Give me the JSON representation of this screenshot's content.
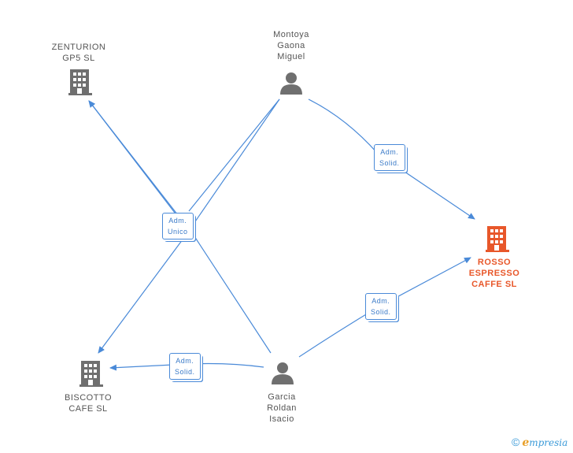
{
  "nodes": {
    "zenturion": {
      "type": "company",
      "lines": [
        "ZENTURION",
        "GP5  SL"
      ]
    },
    "montoya": {
      "type": "person",
      "lines": [
        "Montoya",
        "Gaona",
        "Miguel"
      ]
    },
    "rosso": {
      "type": "company-focus",
      "lines": [
        "ROSSO",
        "ESPRESSO",
        "CAFFE  SL"
      ]
    },
    "biscotto": {
      "type": "company",
      "lines": [
        "BISCOTTO",
        "CAFE  SL"
      ]
    },
    "garcia": {
      "type": "person",
      "lines": [
        "Garcia",
        "Roldan",
        "Isacio"
      ]
    }
  },
  "edge_labels": {
    "montoya_rosso": [
      "Adm.",
      "Solid."
    ],
    "center": [
      "Adm.",
      "Unico"
    ],
    "garcia_rosso": [
      "Adm.",
      "Solid."
    ],
    "garcia_biscotto": [
      "Adm.",
      "Solid."
    ]
  },
  "colors": {
    "edge": "#4a8ad8",
    "node": "#6f6f6f",
    "focus": "#e8572a"
  },
  "footer": {
    "copyright_symbol": "©",
    "brand_initial": "e",
    "brand_rest": "mpresia"
  }
}
